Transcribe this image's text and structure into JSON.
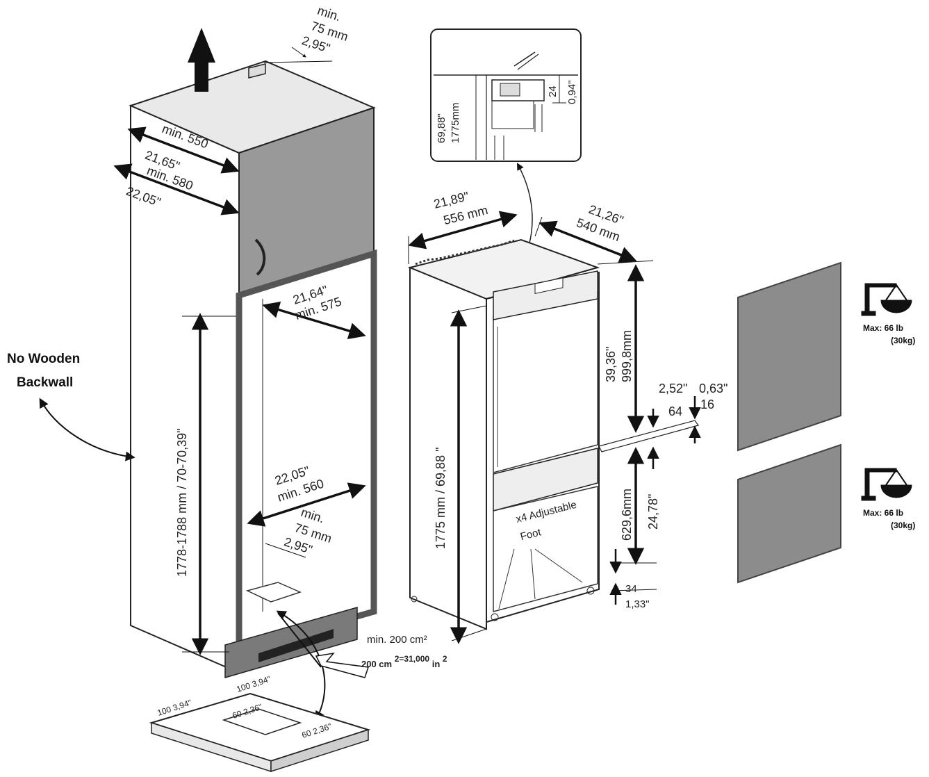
{
  "no_wooden_backwall": [
    "No Wooden",
    "Backwall"
  ],
  "cabinet": {
    "top_clearance": [
      "min.",
      "75 mm",
      "2,95\""
    ],
    "depth_550": [
      "min. 550",
      "21,65\""
    ],
    "depth_580": [
      "min. 580",
      "22,05\""
    ],
    "niche_width": [
      "21,64\"",
      "min. 575"
    ],
    "niche_height": "1778-1788 mm / 70-70,39\"",
    "inner_width": [
      "22,05\"",
      "min. 560"
    ],
    "bottom_clearance": [
      "min.",
      "75 mm",
      "2,95\""
    ],
    "vent_min": "min. 200 cm²",
    "vent_formula": "200 cm",
    "vent_formula_tail": "2=31,000",
    "vent_formula_unit": "in",
    "vent_formula_exp": "2"
  },
  "base_plate": {
    "left": "100 3,94\"",
    "right": "100 3,94\"",
    "inner_top": "60 2,36\"",
    "inner_right": "60 2,36\""
  },
  "detail_inset": {
    "height": [
      "69,88\"",
      "1775mm"
    ],
    "gap": [
      "24",
      "0,94\""
    ]
  },
  "fridge": {
    "width": [
      "21,89\"",
      "556 mm"
    ],
    "depth": [
      "21,26\"",
      "540 mm"
    ],
    "height": "1775 mm / 69,88 \"",
    "upper_door": [
      "39,36\"",
      "999,8mm"
    ],
    "gap_in": [
      "2,52\"",
      "0,63\""
    ],
    "gap_mm": [
      "64",
      "16"
    ],
    "lower_door": [
      "629,6mm",
      "24,78\""
    ],
    "foot_clearance": [
      "34",
      "1,33\""
    ],
    "feet": [
      "x4 Adjustable",
      "Foot"
    ]
  },
  "panels": [
    {
      "max": "Max: 66 lb",
      "kg": "(30kg)"
    },
    {
      "max": "Max: 66 lb",
      "kg": "(30kg)"
    }
  ]
}
